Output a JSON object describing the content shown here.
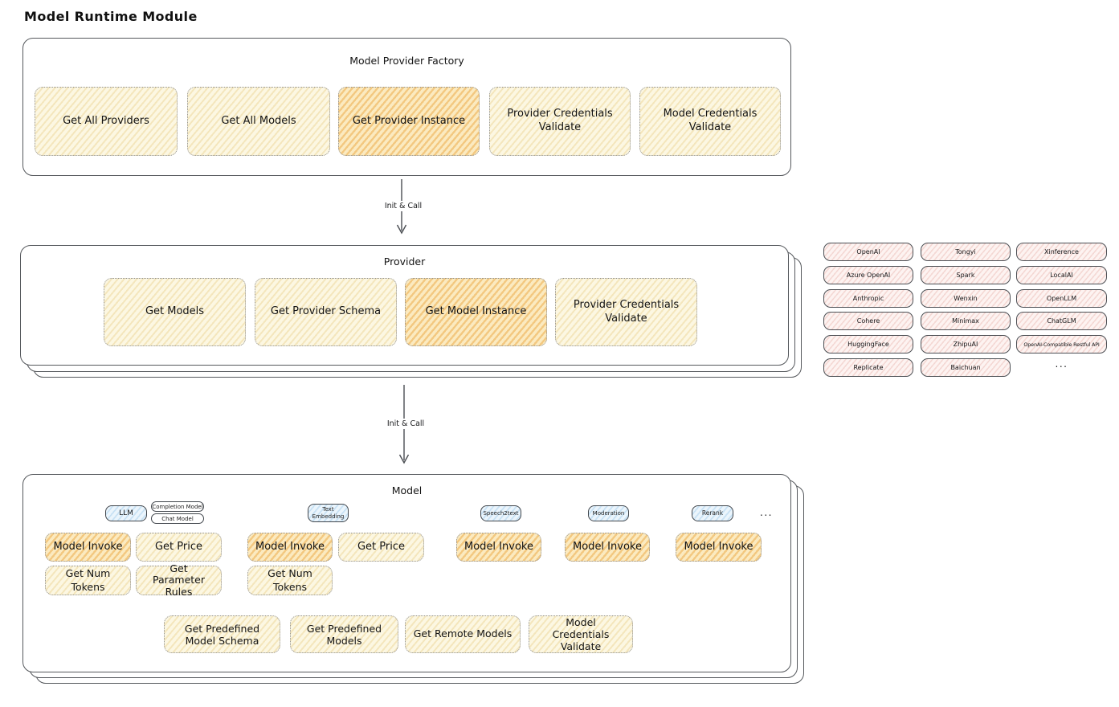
{
  "page_title": "Model Runtime Module",
  "arrow_top_label": "Init & Call",
  "arrow_bottom_label": "Init & Call",
  "factory": {
    "title": "Model Provider Factory",
    "buttons": [
      "Get All Providers",
      "Get All Models",
      "Get Provider Instance",
      "Provider Credentials Validate",
      "Model Credentials Validate"
    ]
  },
  "provider": {
    "title": "Provider",
    "buttons": [
      "Get Models",
      "Get Provider Schema",
      "Get Model Instance",
      "Provider Credentials Validate"
    ]
  },
  "providers_grid": {
    "col1": [
      "OpenAI",
      "Azure OpenAI",
      "Anthropic",
      "Cohere",
      "HuggingFace",
      "Replicate"
    ],
    "col2": [
      "Tongyi",
      "Spark",
      "Wenxin",
      "Minimax",
      "ZhipuAI",
      "Baichuan"
    ],
    "col3": [
      "Xinference",
      "LocalAI",
      "OpenLLM",
      "ChatGLM",
      "OpenAI-Compatible Restful API"
    ],
    "more": "..."
  },
  "model": {
    "title": "Model",
    "tabs": {
      "llm": "LLM",
      "completion_model": "Completion Model",
      "chat_model": "Chat Model",
      "text_embedding": "Text Embedding",
      "speech2text": "Speech2text",
      "moderation": "Moderation",
      "rerank": "Rerank",
      "more": "..."
    },
    "llm": {
      "row1": [
        "Model Invoke",
        "Get Price"
      ],
      "row2": [
        "Get Num Tokens",
        "Get Parameter Rules"
      ]
    },
    "text_embedding": {
      "row1": [
        "Model Invoke",
        "Get Price"
      ],
      "row2": [
        "Get Num Tokens"
      ]
    },
    "speech2text": {
      "row1": [
        "Model Invoke"
      ]
    },
    "moderation": {
      "row1": [
        "Model Invoke"
      ]
    },
    "rerank": {
      "row1": [
        "Model Invoke"
      ]
    },
    "bottom": [
      "Get Predefined Model Schema",
      "Get Predefined Models",
      "Get Remote Models",
      "Model Credentials Validate"
    ]
  },
  "colors": {
    "yellow_fill": "#fcf7e2",
    "yellow_hatch": "#e0ba5a",
    "orange_fill": "#fbeac0",
    "orange_hatch": "#e9a032",
    "pink_fill": "#fdf3f1",
    "pink_hatch": "#d6786c",
    "blue_fill": "#ebf5fc",
    "blue_hatch": "#78b4e1",
    "stroke": "#55585c"
  }
}
